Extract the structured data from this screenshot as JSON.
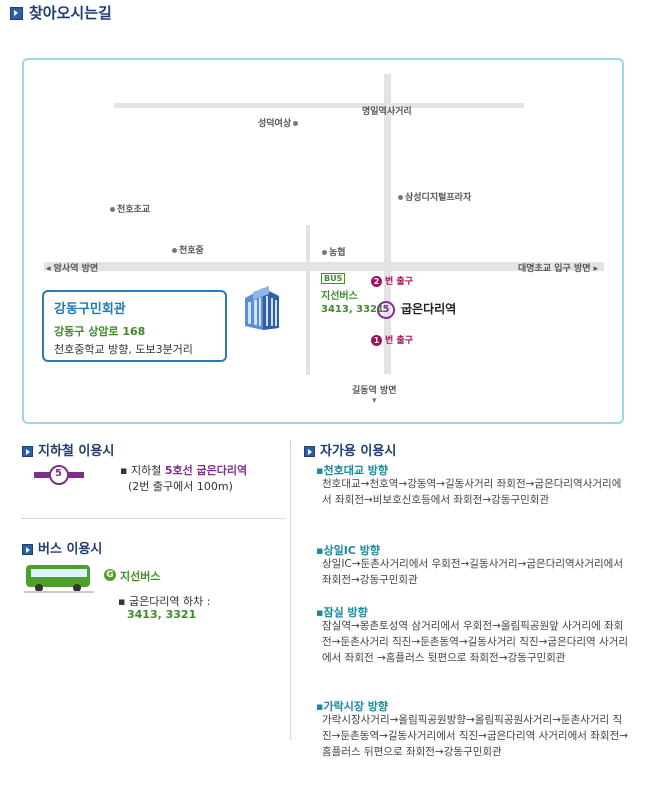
{
  "title": "찾아오시는길",
  "map": {
    "landmarks": {
      "myeongil": "명일역사거리",
      "seongdeok": "성덕여상",
      "samsung": "삼성디지털프라자",
      "cheonho_elem": "천호초교",
      "cheonho_mid": "천호중",
      "nonghyup": "농협",
      "amsa": "암사역 방면",
      "daemyeong": "대명초교 입구 방면",
      "gildong": "길동역 방면"
    },
    "info": {
      "name": "강동구민회관",
      "address": "강동구 상암로 168",
      "direction": "천호중학교 방향, 도보3분거리"
    },
    "bus": {
      "tag": "BUS",
      "type": "지선버스",
      "numbers": "3413, 3321"
    },
    "station": {
      "line": "5",
      "name": "굽은다리역"
    },
    "exits": {
      "exit2": "번 출구",
      "exit2_num": "2",
      "exit1": "번 출구",
      "exit1_num": "1"
    }
  },
  "subway": {
    "title": "지하철 이용시",
    "line_num": "5",
    "line_prefix": "지하철 ",
    "line_info": "5호선 굽은다리역",
    "note": "(2번 출구에서 100m)"
  },
  "bus_section": {
    "title": "버스 이용시",
    "badge": "G",
    "type": "지선버스",
    "stop": "굽은다리역 하차 :",
    "numbers": "3413, 3321"
  },
  "car": {
    "title": "자가용 이용시",
    "routes": [
      {
        "title": "천호대교 방향",
        "text": "천호대교→천호역→강동역→길동사거리 좌회전→굽은다리역사거리에서 좌회전→비보호신호등에서 좌회전→강동구민회관"
      },
      {
        "title": "상일IC 방향",
        "text": "상일IC→둔촌사거리에서 우회전→길동사거리→굽은다리역사거리에서 좌회전→강동구민회관"
      },
      {
        "title": "잠실 방향",
        "text": "잠실역→몽촌토성역 삼거리에서 우회전→올림픽공원앞 사거리에 좌회전→둔촌사거리 직진→둔촌동역→길동사거리 직진→굽은다리역 사거리에서 좌회전 →홈플러스 뒷편으로 좌회전→강동구민회관"
      },
      {
        "title": "가락시장 방향",
        "text": "가락시장사거리→올림픽공원방향→올림픽공원사거리→둔촌사거리 직진→둔촌동역→길동사거리에서 직진→굽은다리역 사거리에서 좌회전→홈플러스 뒤편으로 좌회전→강동구민회관"
      }
    ]
  },
  "colors": {
    "accent": "#1f3c73",
    "line5": "#7e2f8e",
    "bus_green": "#3f8a2a",
    "exit": "#a0105a"
  }
}
